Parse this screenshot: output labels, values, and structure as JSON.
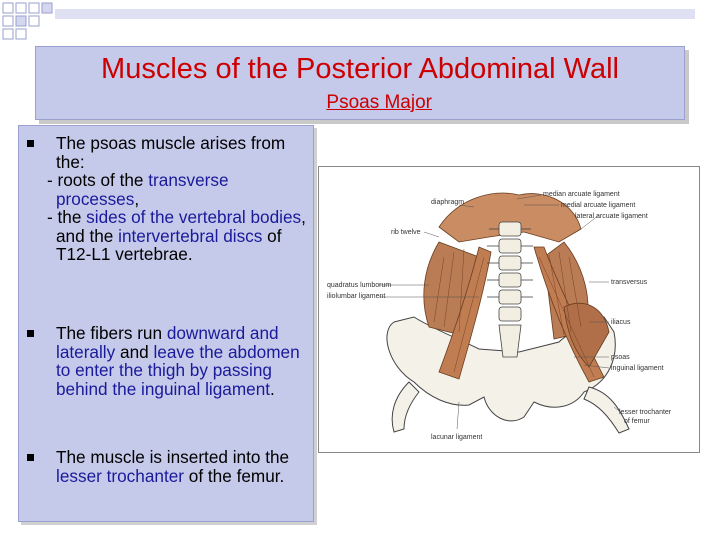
{
  "title": "Muscles of the Posterior Abdominal Wall",
  "subtitle": "Psoas Major",
  "bullets": [
    {
      "p1": "The psoas muscle arises from the:",
      "p2a": "- roots of the ",
      "p2b": "transverse processes",
      "p2c": ",",
      "p3a": "- the ",
      "p3b": "sides of the vertebral bodies",
      "p3c": ", and the ",
      "p3d": "intervertebral discs",
      "p3e": " of T12-L1 vertebrae."
    },
    {
      "a": "The fibers run ",
      "b": "downward and laterally",
      "c": " and ",
      "d": "leave the abdomen to enter the thigh by passing behind the inguinal ligament",
      "e": "."
    },
    {
      "a": "The muscle is inserted into the ",
      "b": "lesser trochanter",
      "c": " of the femur."
    }
  ],
  "figure_labels": {
    "median_arcuate": "median arcuate ligament",
    "medial_arcuate": "medial arcuate ligament",
    "lateral_arcuate": "lateral arcuate ligament",
    "diaphragm": "diaphragm",
    "rib_twelve": "rib twelve",
    "quadratus": "quadratus lumborum",
    "iliolumbar": "iliolumbar ligament",
    "transversus": "transversus",
    "iliacus": "iliacus",
    "psoas": "psoas",
    "inguinal": "inguinal ligament",
    "lesser_trochanter": "lesser trochanter",
    "of_femur": "of femur",
    "lacunar": "lacunar ligament"
  },
  "colors": {
    "title_red": "#cc0000",
    "panel": "#c5c9ea",
    "link_blue": "#1a1a9a",
    "muscle": "#b07850"
  },
  "icons": [
    "square-bullet-icon",
    "decorative-squares-icon"
  ]
}
